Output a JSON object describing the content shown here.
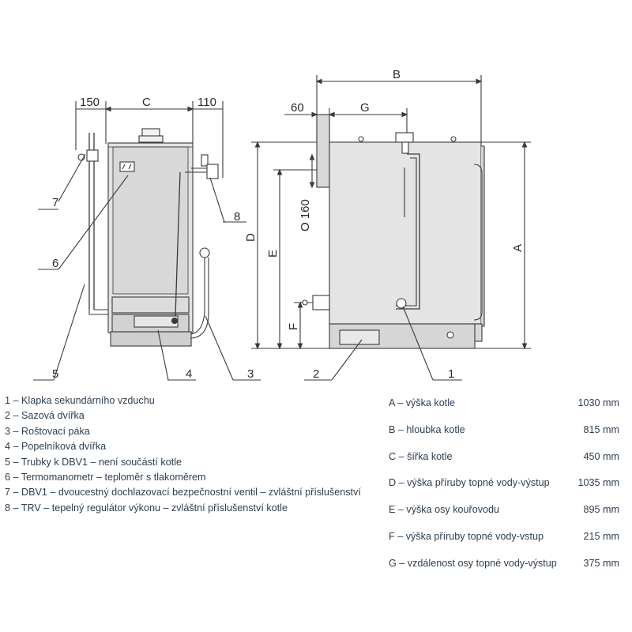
{
  "dimensions": {
    "w150": "150",
    "c": "C",
    "w110": "110",
    "b": "B",
    "w60": "60",
    "g": "G",
    "d": "D",
    "e": "E",
    "f": "F",
    "a": "A",
    "o160": "O 160"
  },
  "callouts": [
    "1",
    "2",
    "3",
    "4",
    "5",
    "6",
    "7",
    "8"
  ],
  "legend_parts": [
    "1 – Klapka sekundárního vzduchu",
    "2 – Sazová dvířka",
    "3 – Roštovací páka",
    "4 – Popelníková dvířka",
    "5 – Trubky k DBV1 – není součástí kotle",
    "6 – Termomanometr – teploměr s tlakoměrem",
    "7 – DBV1 – dvoucestný dochlazovací bezpečnostní ventil – zvláštní příslušenství",
    "8 – TRV – tepelný regulátor výkonu – zvláštní příslušenství kotle"
  ],
  "legend_dims": [
    {
      "label": "A – výška kotle",
      "value": "1030 mm"
    },
    {
      "label": "B – hloubka kotle",
      "value": "815 mm"
    },
    {
      "label": "C – šířka kotle",
      "value": "450 mm"
    },
    {
      "label": "D – výška příruby topné vody-výstup",
      "value": "1035 mm"
    },
    {
      "label": "E – výška osy kouřovodu",
      "value": "895 mm"
    },
    {
      "label": "F – výška příruby topné vody-vstup",
      "value": "215 mm"
    },
    {
      "label": "G – vzdálenost osy topné vody-výstup",
      "value": "375 mm"
    }
  ]
}
